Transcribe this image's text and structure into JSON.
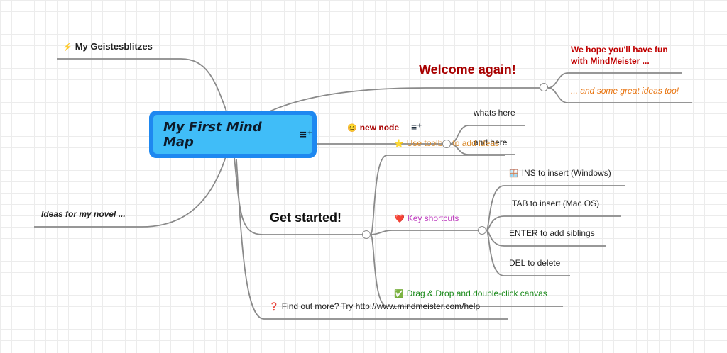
{
  "root": {
    "title": "My First Mind Map"
  },
  "left": {
    "geistesblitze": {
      "icon": "⚡",
      "label": "My Geistesblitzes"
    },
    "novel": {
      "label": "Ideas for my novel ..."
    }
  },
  "welcome": {
    "title": "Welcome again!",
    "line1": "We hope you'll have fun",
    "line2": "with MindMeister ...",
    "ideas": "... and some great ideas too!"
  },
  "new_node": {
    "icon": "😊",
    "label": "new node",
    "children": [
      "whats here",
      "and here"
    ]
  },
  "get_started": {
    "title": "Get started!",
    "toolbar": {
      "icon": "⭐",
      "label": "Use toolbar to add ideas"
    },
    "shortcuts": {
      "icon": "❤️",
      "label": "Key shortcuts",
      "items": [
        {
          "icon": "🪟",
          "label": "INS to insert (Windows)"
        },
        {
          "icon": "",
          "label": "TAB to insert (Mac OS)"
        },
        {
          "icon": "",
          "label": "ENTER to add siblings"
        },
        {
          "icon": "",
          "label": "DEL to delete"
        }
      ]
    },
    "drag": {
      "icon": "✅",
      "label": "Drag & Drop and double-click canvas"
    }
  },
  "help": {
    "icon": "❓",
    "prefix": "Find out more? Try ",
    "link": "http://www.mindmeister.com/help"
  },
  "colors": {
    "root_outer": "#1e88f0",
    "root_inner": "#40bdf8",
    "welcome_red": "#a80000",
    "orange": "#e8720c",
    "toolbar_orange": "#d98a2b",
    "shortcuts_magenta": "#c040c0",
    "drag_green": "#1a8a1a",
    "line_gray": "#8a8a8a"
  }
}
